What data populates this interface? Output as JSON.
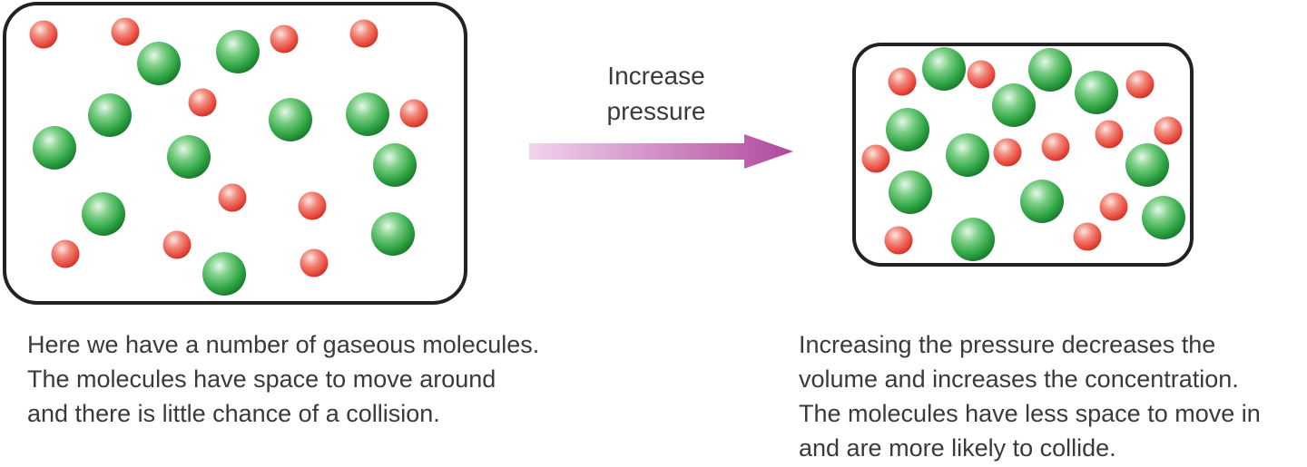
{
  "arrow": {
    "label_line1": "Increase",
    "label_line2": "pressure",
    "gradient_start": "#f1d4ec",
    "gradient_end": "#b0479e"
  },
  "colors": {
    "container_border": "#222222",
    "green_molecule": "#2fa544",
    "red_molecule": "#ea4a3e"
  },
  "panels": [
    {
      "id": "before",
      "caption": [
        "Here we have a number of gaseous molecules.",
        "The molecules have space to move around",
        "and there is little chance of a collision."
      ]
    },
    {
      "id": "after",
      "caption": [
        "Increasing the pressure decreases the",
        "volume and increases the concentration.",
        "The molecules have less space to move in",
        "and are more likely to collide."
      ]
    }
  ]
}
